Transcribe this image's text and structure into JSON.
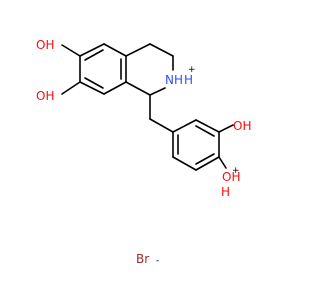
{
  "molecule": {
    "atoms": {
      "oh_6": "OH",
      "oh_7": "OH",
      "nh": "NH",
      "nh_h": "H",
      "nh_charge": "+",
      "oh_3p": "OH",
      "oh_4p": "OH",
      "oh_4p_h": "H",
      "oh_4p_charge": "+"
    },
    "counterion": {
      "symbol": "Br",
      "charge": "-"
    },
    "colors": {
      "bond": "#000000",
      "oxygen": "#ff0d0d",
      "nitrogen": "#3050f8",
      "bromine": "#a62929"
    }
  }
}
